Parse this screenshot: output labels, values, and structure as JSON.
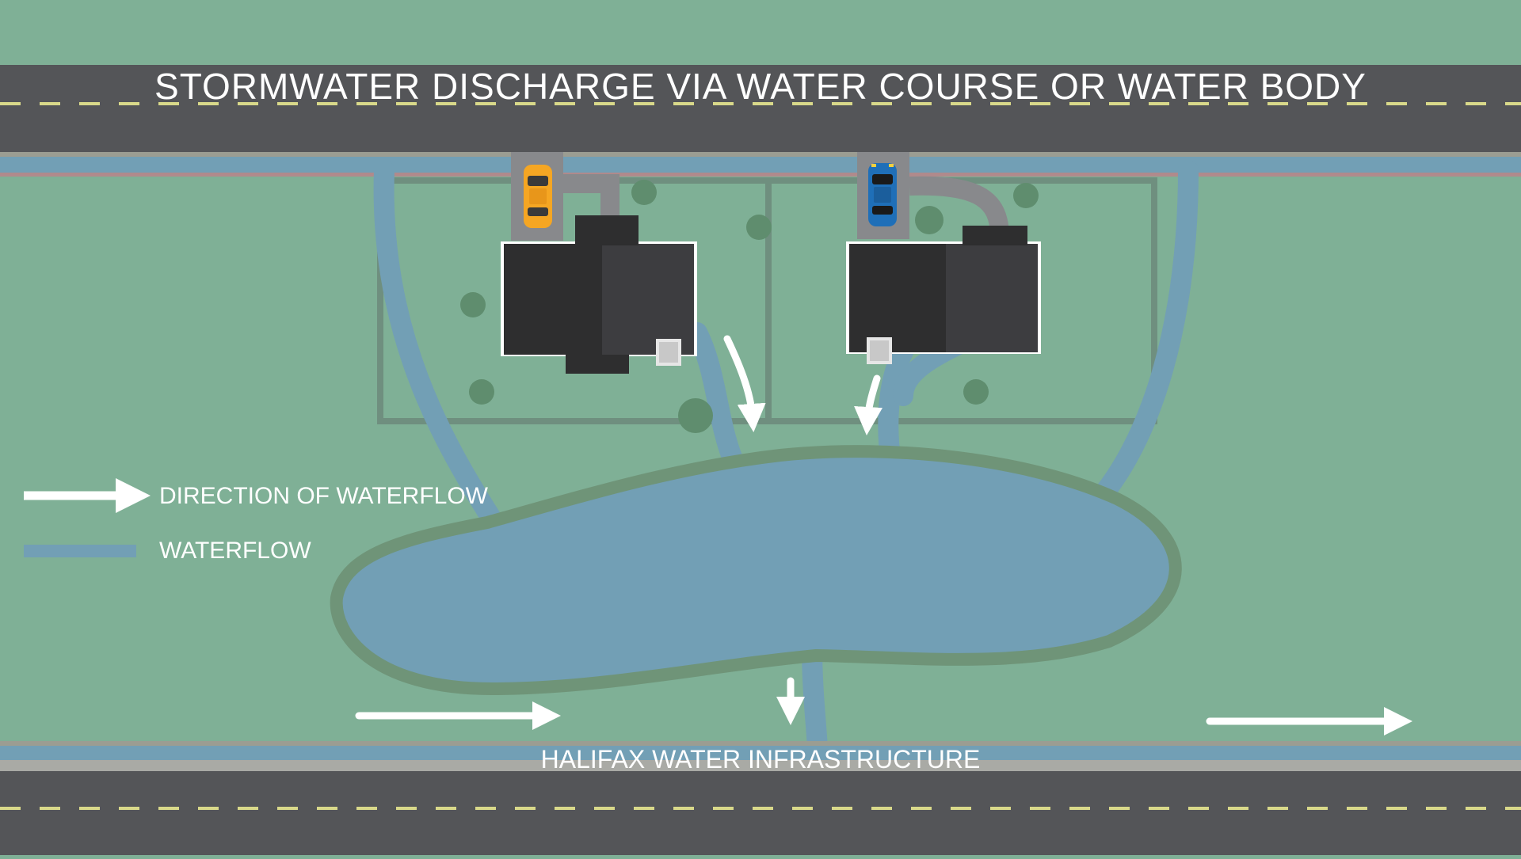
{
  "title": "STORMWATER DISCHARGE VIA WATER COURSE OR WATER BODY",
  "legend": {
    "arrow_label": "DIRECTION OF WATERFLOW",
    "line_label": "WATERFLOW"
  },
  "infrastructure_label": "HALIFAX WATER INFRASTRUCTURE",
  "colors": {
    "grass": "#7fb096",
    "road": "#545558",
    "road_marking": "#d9d98a",
    "water": "#729fb5",
    "pond_rim": "#6f9478",
    "house_dark": "#2e2e2f",
    "house_light": "#3d3d40",
    "driveway": "#88898c",
    "car_left": "#f5a623",
    "car_right": "#1f6fb8",
    "arrow": "#ffffff"
  },
  "icons": {
    "car_left": "car-icon",
    "car_right": "car-icon",
    "downspout": "downspout-icon"
  }
}
